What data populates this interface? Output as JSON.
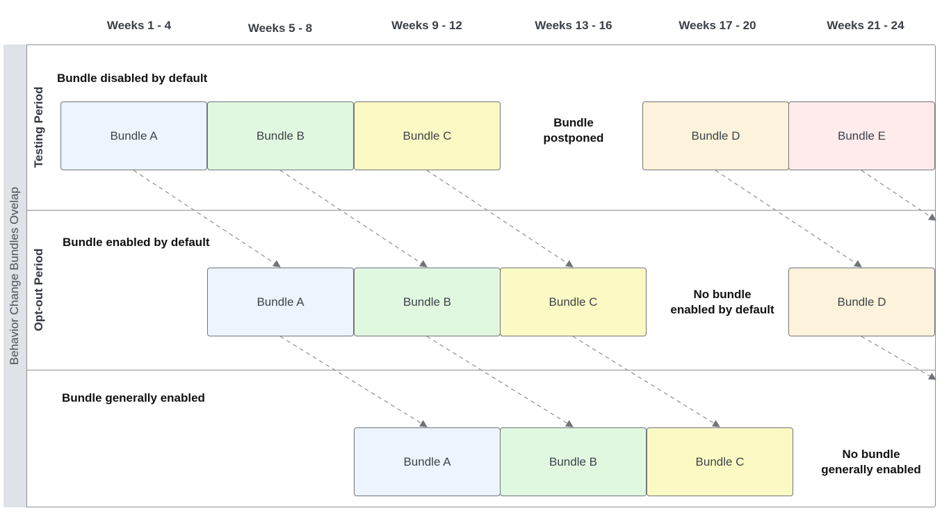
{
  "columns": [
    "Weeks 1 - 4",
    "Weeks 5 - 8",
    "Weeks 9 - 12",
    "Weeks 13 - 16",
    "Weeks 17 - 20",
    "Weeks 21 - 24"
  ],
  "side_title": "Behavior Change Bundles Ovelap",
  "lanes": {
    "testing": {
      "title": "Testing Period",
      "label": "Bundle disabled by default",
      "boxes": [
        "Bundle A",
        "Bundle B",
        "Bundle C",
        "Bundle D",
        "Bundle E"
      ],
      "note": [
        "Bundle",
        "postponed"
      ]
    },
    "optout": {
      "title": "Opt-out Period",
      "label": "Bundle enabled by default",
      "boxes": [
        "Bundle A",
        "Bundle B",
        "Bundle C",
        "Bundle D"
      ],
      "note": [
        "No bundle",
        "enabled by default"
      ]
    },
    "general": {
      "label": "Bundle generally enabled",
      "boxes": [
        "Bundle A",
        "Bundle B",
        "Bundle C"
      ],
      "note": [
        "No bundle",
        "generally enabled"
      ]
    }
  },
  "colors": {
    "bundle_a": "#edf4fd",
    "bundle_b": "#e1f8e0",
    "bundle_c": "#fcfac4",
    "bundle_d": "#fdf2db",
    "bundle_e": "#fdeceb",
    "sidebar": "#dfe2e6",
    "arrow": "#8a8f96"
  }
}
